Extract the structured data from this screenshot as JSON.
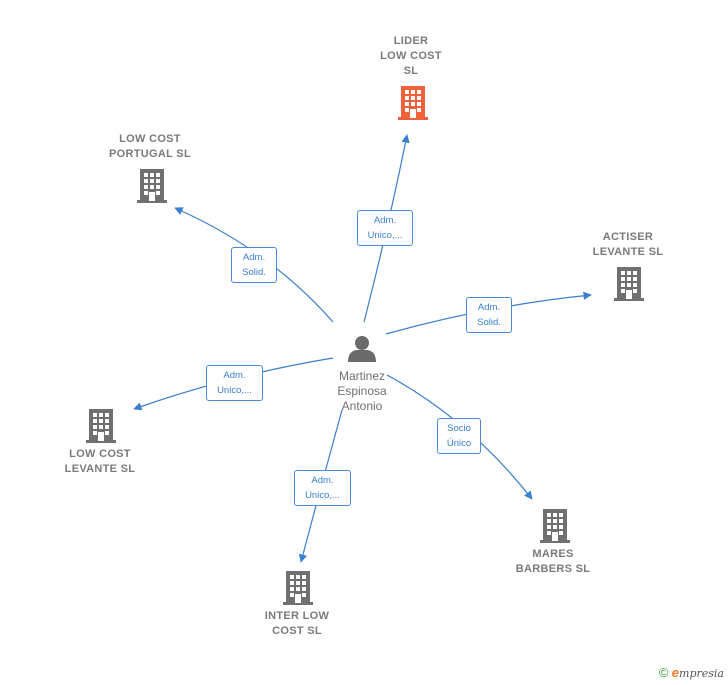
{
  "center": {
    "label": "Martinez\nEspinosa\nAntonio",
    "icon": "person-icon"
  },
  "colors": {
    "edge": "#3a7fd0",
    "building": "#707070",
    "highlight": "#f0603a"
  },
  "companies": [
    {
      "id": "lider",
      "label": "LIDER\nLOW COST\nSL",
      "highlight": true,
      "icon": "building-icon"
    },
    {
      "id": "portugal",
      "label": "LOW COST\nPORTUGAL  SL",
      "highlight": false,
      "icon": "building-icon"
    },
    {
      "id": "actiser",
      "label": "ACTISER\nLEVANTE  SL",
      "highlight": false,
      "icon": "building-icon"
    },
    {
      "id": "levante",
      "label": "LOW COST\nLEVANTE  SL",
      "highlight": false,
      "icon": "building-icon"
    },
    {
      "id": "inter",
      "label": "INTER LOW\nCOST  SL",
      "highlight": false,
      "icon": "building-icon"
    },
    {
      "id": "mares",
      "label": "MARES\nBARBERS  SL",
      "highlight": false,
      "icon": "building-icon"
    }
  ],
  "edges": [
    {
      "to": "lider",
      "label": "Adm.\nUnico,..."
    },
    {
      "to": "portugal",
      "label": "Adm.\nSolid."
    },
    {
      "to": "actiser",
      "label": "Adm.\nSolid."
    },
    {
      "to": "levante",
      "label": "Adm.\nUnico,..."
    },
    {
      "to": "inter",
      "label": "Adm.\nUnico,..."
    },
    {
      "to": "mares",
      "label": "Socio\nÚnico"
    }
  ],
  "footer": {
    "copyright": "©",
    "brand_initial": "e",
    "brand_rest": "mpresia"
  }
}
